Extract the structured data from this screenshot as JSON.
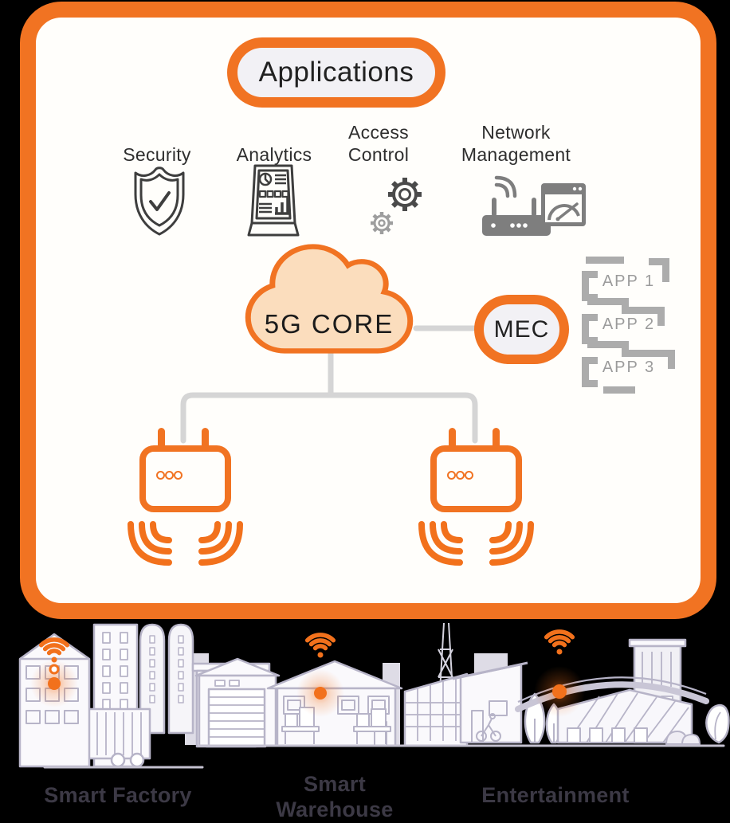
{
  "panel": {
    "applications_label": "Applications"
  },
  "features": [
    {
      "label": "Security",
      "icon": "shield-check-icon"
    },
    {
      "label": "Analytics",
      "icon": "analytics-kiosk-icon"
    },
    {
      "label": "Access Control",
      "icon": "gears-icon"
    },
    {
      "label": "Network Management",
      "icon": "router-dashboard-icon"
    }
  ],
  "core": {
    "label": "5G CORE"
  },
  "mec": {
    "label": "MEC"
  },
  "edge_apps": [
    {
      "label": "APP 1"
    },
    {
      "label": "APP 2"
    },
    {
      "label": "APP 3"
    }
  ],
  "scenes": [
    {
      "label": "Smart Factory"
    },
    {
      "label": "Smart Warehouse"
    },
    {
      "label": "Entertainment"
    }
  ],
  "colors": {
    "accent_orange": "#F17322",
    "wifi_orange": "#F2711C",
    "cloud_fill": "#FBDDBD",
    "pill_fill": "#F2F1F5",
    "connector_gray": "#D5D5D5",
    "icon_dark": "#3E3E3E",
    "icon_gray": "#7E7E7E",
    "app_gray": "#ACACAC",
    "city_line": "#B7B4C8",
    "label_dark": "#3C3945"
  }
}
